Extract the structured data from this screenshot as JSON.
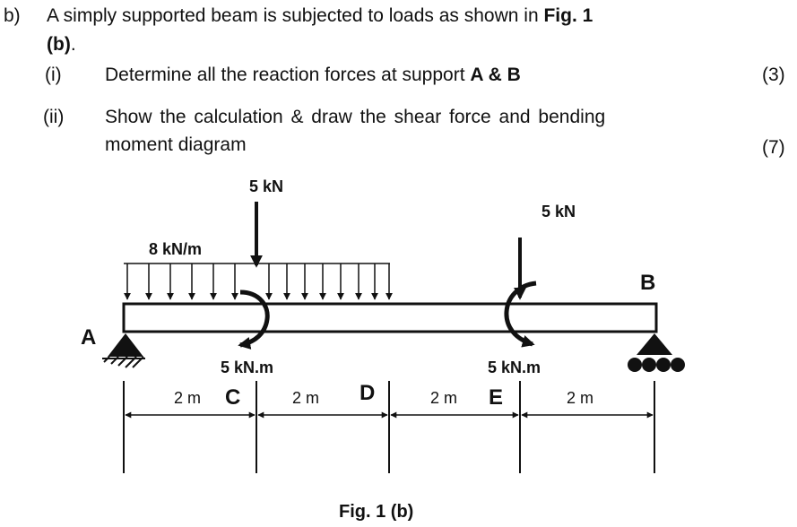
{
  "question": {
    "label": "b)",
    "line1_prefix": "A simply supported beam is subjected to loads as shown in",
    "fig_ref_bold": "Fig. 1",
    "fig_ref_bold_cont": "(b)",
    "fig_ref_period": ".",
    "parts": [
      {
        "label": "(i)",
        "text_prefix": "Determine all the reaction forces at support",
        "text_bold": "A & B",
        "marks": "(3)"
      },
      {
        "label": "(ii)",
        "line1": "Show the calculation & draw the shear force and bending",
        "line2": "moment diagram",
        "marks": "(7)"
      }
    ]
  },
  "figure": {
    "loads": {
      "udl": "8 kN/m",
      "point_c": "5 kN",
      "point_e": "5 kN",
      "moment_c": "5 kN.m",
      "moment_e": "5 kN.m"
    },
    "supports": {
      "a": "A",
      "b": "B"
    },
    "points": {
      "c": "C",
      "d": "D",
      "e": "E"
    },
    "spans": [
      "2 m",
      "2 m",
      "2 m",
      "2 m"
    ],
    "caption": "Fig. 1 (b)"
  }
}
